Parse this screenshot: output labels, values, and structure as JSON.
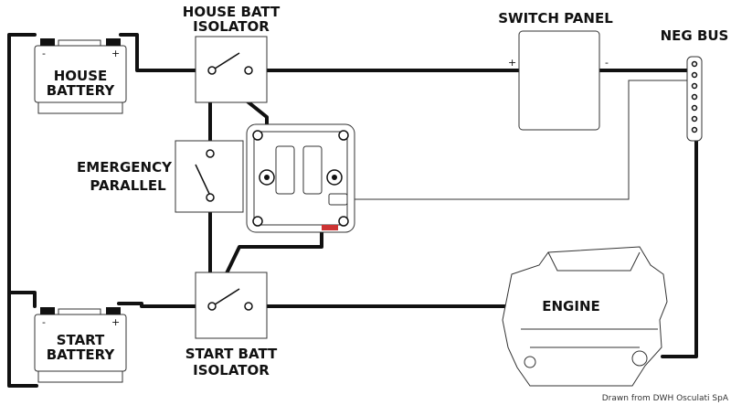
{
  "labels": {
    "house_batt_isolator_1": "HOUSE BATT",
    "house_batt_isolator_2": "ISOLATOR",
    "switch_panel": "SWITCH PANEL",
    "neg_bus": "NEG BUS",
    "house_battery_1": "HOUSE",
    "house_battery_2": "BATTERY",
    "emergency_parallel_1": "EMERGENCY",
    "emergency_parallel_2": "PARALLEL",
    "start_battery_1": "START",
    "start_battery_2": "BATTERY",
    "start_batt_isolator_1": "START  BATT",
    "start_batt_isolator_2": "ISOLATOR",
    "engine": "ENGINE",
    "plus": "+",
    "minus": "-",
    "credit": "Drawn from DWH Osculati SpA"
  }
}
